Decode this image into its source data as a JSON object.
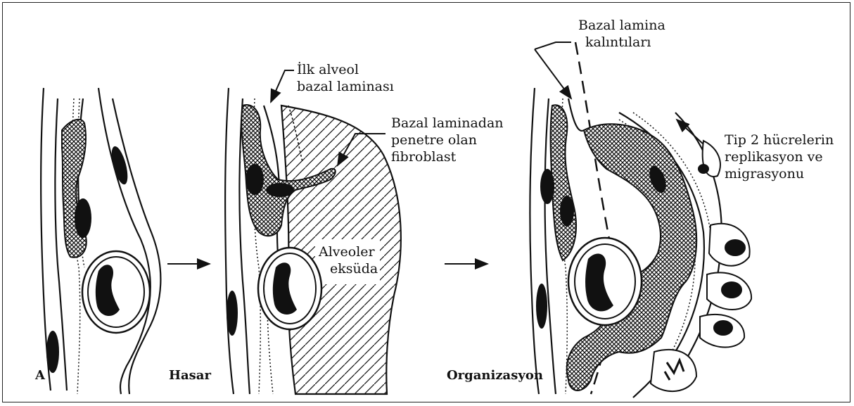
{
  "panels": {
    "a": "A",
    "hasar": "Hasar",
    "organizasyon": "Organizasyon"
  },
  "labels": {
    "ilk_line1": "İlk alveol",
    "ilk_line2": "bazal laminası",
    "penetre_line1": "Bazal laminadan",
    "penetre_line2": "penetre olan",
    "penetre_line3": "fibroblast",
    "eksuda_line1": "Alveoler",
    "eksuda_line2": "eksüda",
    "kalinti_line1": "Bazal lamina",
    "kalinti_line2": "kalıntıları",
    "tip2_line1": "Tip 2 hücrelerin",
    "tip2_line2": "replikasyon ve",
    "tip2_line3": "migrasyonu"
  },
  "colors": {
    "ink": "#111111",
    "background": "#ffffff"
  }
}
